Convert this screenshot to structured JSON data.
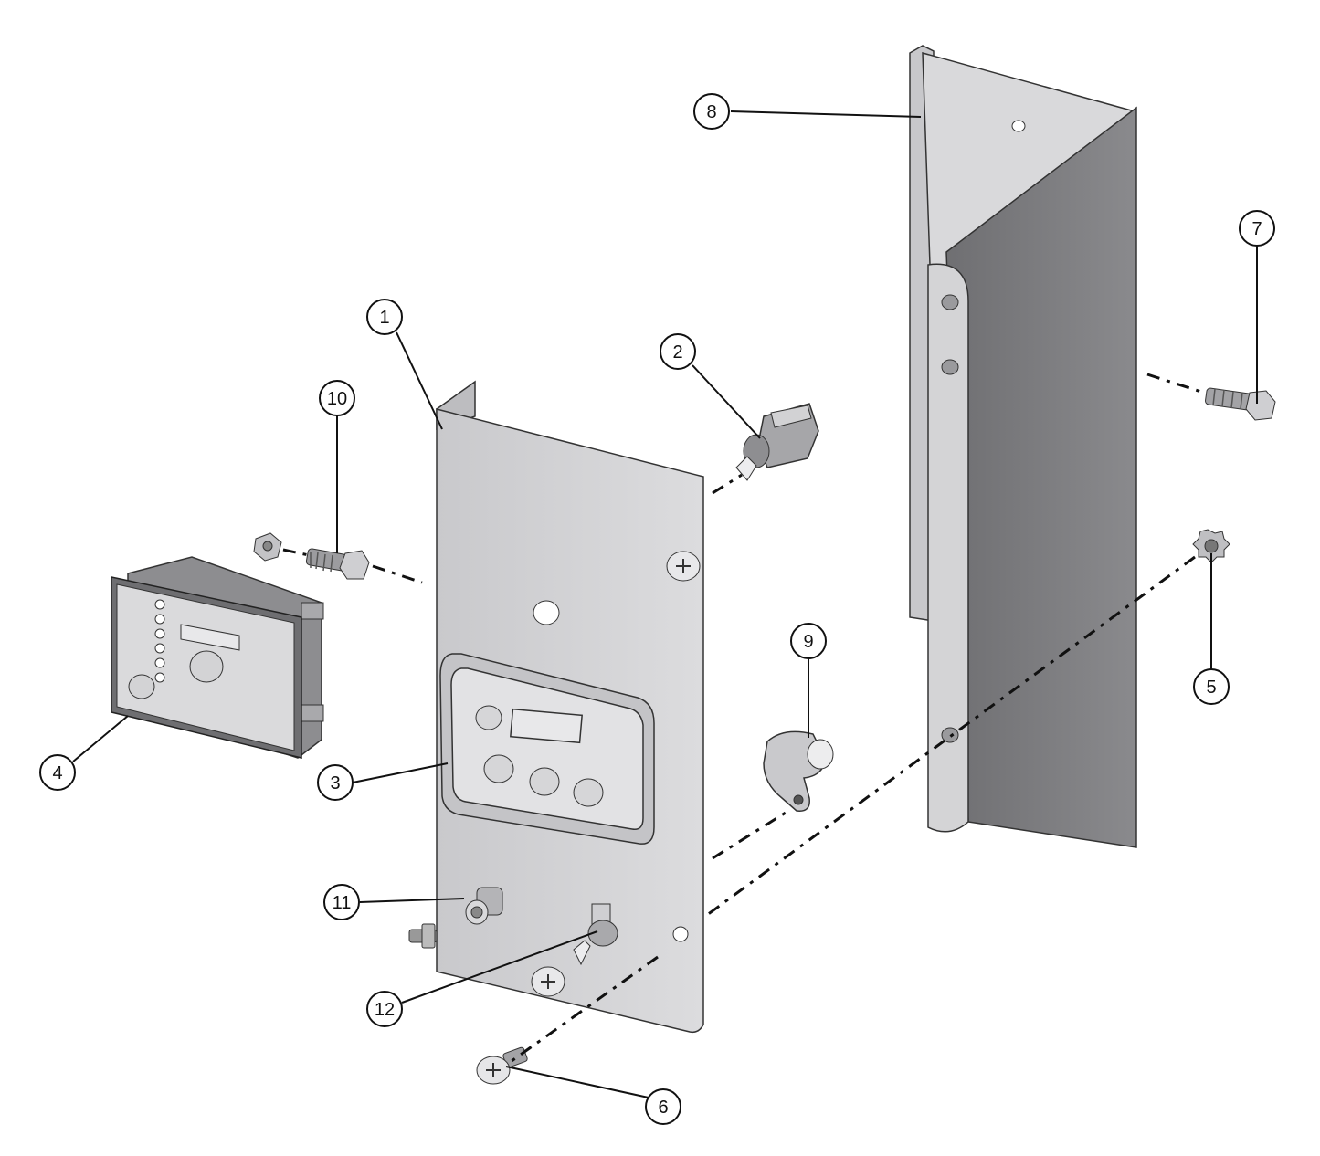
{
  "callouts": [
    {
      "label": "1"
    },
    {
      "label": "2"
    },
    {
      "label": "3"
    },
    {
      "label": "4"
    },
    {
      "label": "5"
    },
    {
      "label": "6"
    },
    {
      "label": "7"
    },
    {
      "label": "8"
    },
    {
      "label": "9"
    },
    {
      "label": "10"
    },
    {
      "label": "11"
    },
    {
      "label": "12"
    }
  ],
  "colors": {
    "panel_light": "#d6d6d8",
    "panel_mid": "#b9b9bc",
    "panel_dark": "#7d7d80",
    "outline": "#222222"
  }
}
